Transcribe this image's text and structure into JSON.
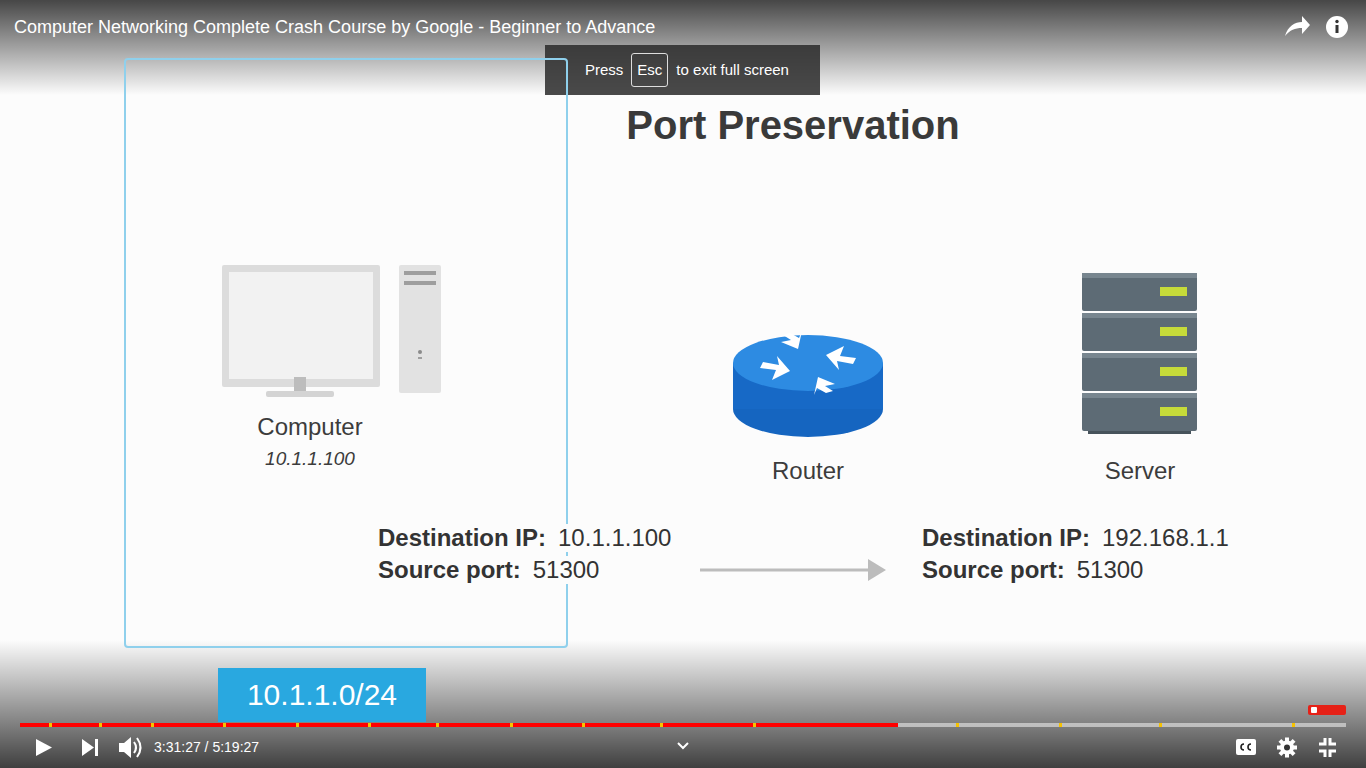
{
  "diagram": {
    "title": "Port Preservation",
    "nodes": [
      {
        "text": [
          "10.1.1.0/24"
        ]
      },
      {
        "text": [
          "Computer",
          "10.1.1.100"
        ],
        "in": 0
      },
      {
        "text": [
          "Router"
        ]
      },
      {
        "text": [
          "Server"
        ]
      }
    ],
    "labels": [
      "Computer Networking Complete Crash Course by Google - Beginner to Advance",
      "Press",
      "Esc",
      "to exit full screen",
      "Destination IP:",
      "10.1.1.100",
      "Source port:",
      "51300",
      "Destination IP:",
      "192.168.1.1",
      "Source port:",
      "51300",
      "3:31:27 / 5:19:27"
    ]
  }
}
